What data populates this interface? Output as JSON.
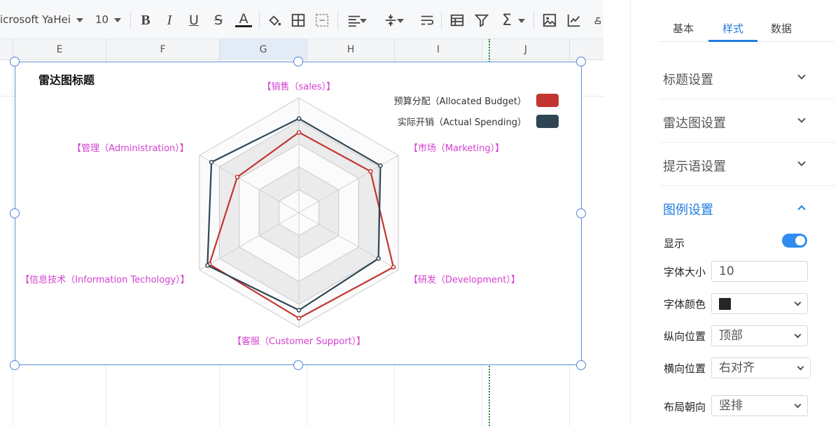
{
  "toolbar": {
    "font_family": "icrosoft YaHei",
    "font_size": "10"
  },
  "columns": [
    "E",
    "F",
    "G",
    "H",
    "I",
    "J"
  ],
  "chart": {
    "title": "雷达图标题",
    "legend": [
      "预算分配（Allocated Budget）",
      "实际开销（Actual Spending）"
    ]
  },
  "chart_data": {
    "type": "radar",
    "title": "雷达图标题",
    "indicators": [
      "【销售（sales）】",
      "【市场（Marketing）】",
      "【研发（Development）】",
      "【客服（Customer Support）】",
      "【信息技术（Information Techology）】",
      "【管理（Administration）】"
    ],
    "max": 100,
    "series": [
      {
        "name": "预算分配（Allocated Budget）",
        "color": "#c23531",
        "values": [
          70,
          72,
          95,
          92,
          90,
          62
        ]
      },
      {
        "name": "实际开销（Actual Spending）",
        "color": "#2f4554",
        "values": [
          82,
          82,
          80,
          85,
          92,
          88
        ]
      }
    ],
    "rings": 5,
    "legend_position": "top-right"
  },
  "panel": {
    "tabs": [
      "基本",
      "样式",
      "数据"
    ],
    "active_tab": "样式",
    "sections": [
      "标题设置",
      "雷达图设置",
      "提示语设置",
      "图例设置"
    ],
    "legend_settings": {
      "show_label": "显示",
      "font_size_label": "字体大小",
      "font_size_value": "10",
      "font_color_label": "字体颜色",
      "font_color": "#262626",
      "v_pos_label": "纵向位置",
      "v_pos_value": "顶部",
      "h_pos_label": "横向位置",
      "h_pos_value": "右对齐",
      "layout_label": "布局朝向",
      "layout_value": "竖排"
    }
  }
}
